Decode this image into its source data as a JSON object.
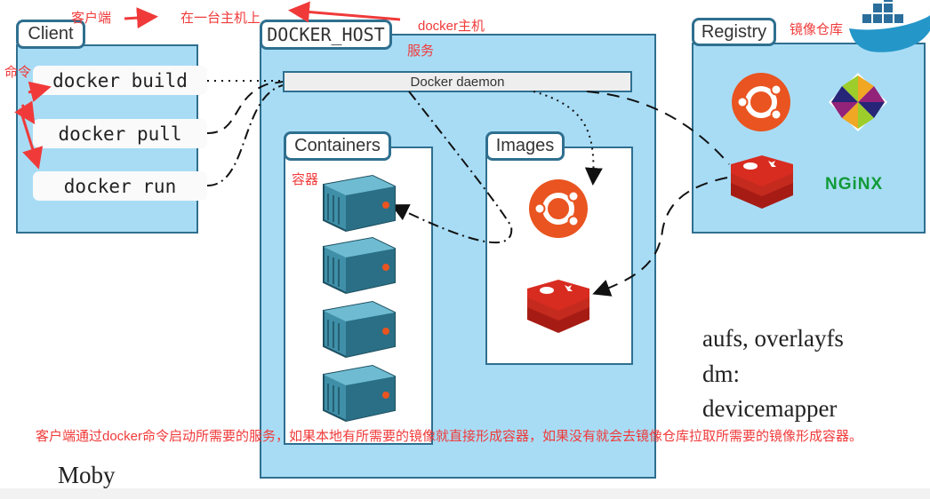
{
  "client": {
    "title": "Client",
    "commands": [
      "docker build",
      "docker pull",
      "docker run"
    ]
  },
  "host": {
    "title": "DOCKER_HOST",
    "daemon": "Docker daemon",
    "containers_title": "Containers",
    "images_title": "Images"
  },
  "registry": {
    "title": "Registry",
    "logos": [
      "ubuntu-logo",
      "centos-logo",
      "redis-logo",
      "nginx-logo"
    ],
    "nginx_text": "NGiNX"
  },
  "notes": {
    "storage": [
      "aufs, overlayfs",
      "dm:",
      "devicemapper"
    ],
    "moby": "Moby"
  },
  "annotations": {
    "client": "客户端",
    "same_host": "在一台主机上",
    "docker_host": "docker主机",
    "service": "服务",
    "command": "命令",
    "registry": "镜像仓库",
    "containers": "容器",
    "summary": "客户端通过docker命令启动所需要的服务，如果本地有所需要的镜像就直接形成容器，如果没有就会去镜像仓库拉取所需要的镜像形成容器。"
  },
  "colors": {
    "panel": "#a8dcf5",
    "border": "#2f6f8f",
    "annotation": "#f03a3a",
    "ubuntu": "#e95420",
    "redis": "#d82c20",
    "nginx": "#119a37"
  }
}
